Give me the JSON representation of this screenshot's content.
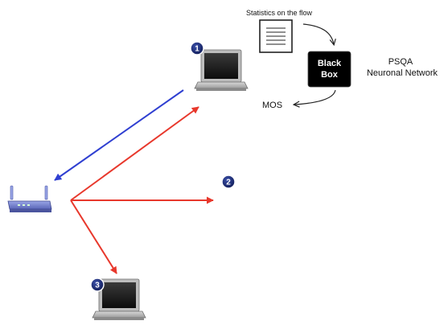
{
  "stats": {
    "label": "Statistics on the flow"
  },
  "black_box": {
    "line1": "Black",
    "line2": "Box"
  },
  "psqa": {
    "line1": "PSQA",
    "line2": "Neuronal Network"
  },
  "mos": {
    "label": "MOS"
  },
  "badges": {
    "one": "1",
    "two": "2",
    "three": "3"
  },
  "icons": {
    "laptop": "laptop-icon",
    "router": "router-icon",
    "document": "document-icon"
  },
  "colors": {
    "downlink_arrow": "#e8382c",
    "uplink_arrow": "#2f3fd1",
    "badge": "#1a2a6c",
    "black_box": "#000000"
  }
}
